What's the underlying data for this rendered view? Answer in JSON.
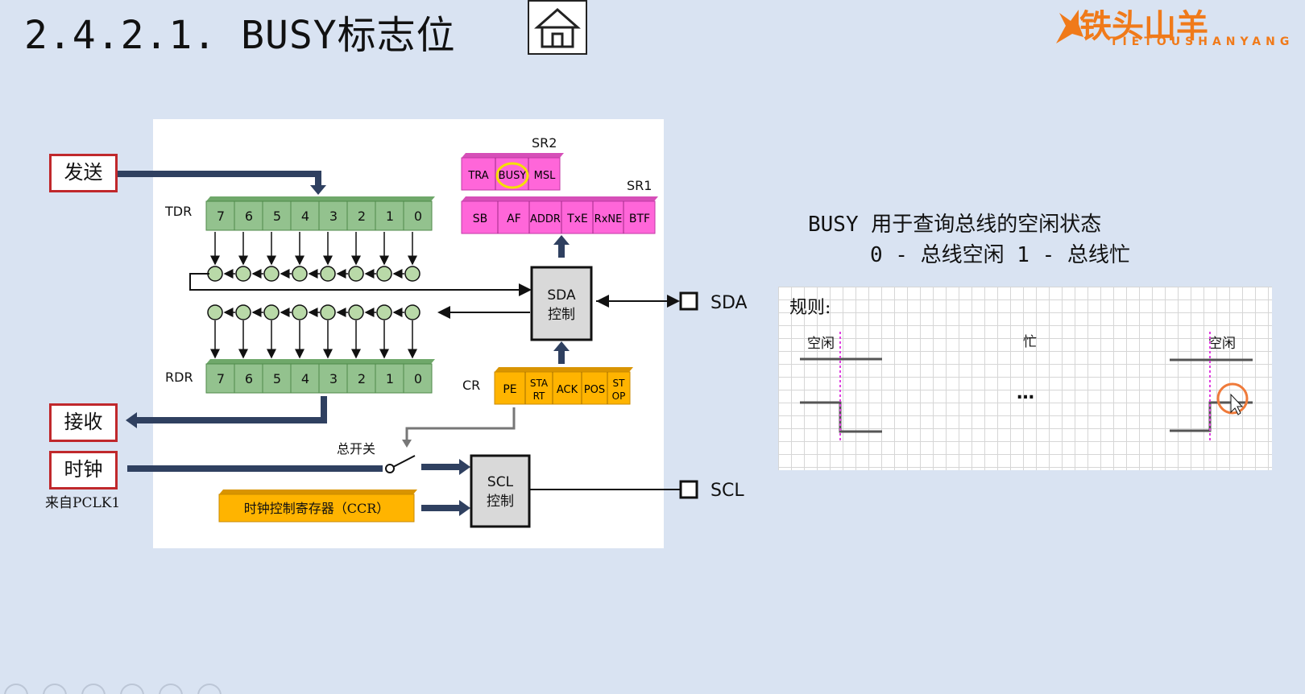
{
  "header": {
    "title": "2.4.2.1. BUSY标志位",
    "logo_text": "铁头山羊",
    "logo_sub": "TIETOUSHANYANG"
  },
  "side": {
    "send": "发送",
    "receive": "接收",
    "clock": "时钟",
    "clock_source": "来自PCLK1"
  },
  "registers": {
    "sr2": {
      "label": "SR2",
      "bits": [
        "TRA",
        "BUSY",
        "MSL"
      ]
    },
    "sr1": {
      "label": "SR1",
      "bits": [
        "SB",
        "AF",
        "ADDR",
        "TxE",
        "RxNE",
        "BTF"
      ]
    },
    "cr": {
      "label": "CR",
      "bits": [
        "PE",
        "STA RT",
        "ACK",
        "POS",
        "ST OP"
      ]
    },
    "tdr": {
      "label": "TDR",
      "bits": [
        "7",
        "6",
        "5",
        "4",
        "3",
        "2",
        "1",
        "0"
      ]
    },
    "rdr": {
      "label": "RDR",
      "bits": [
        "7",
        "6",
        "5",
        "4",
        "3",
        "2",
        "1",
        "0"
      ]
    },
    "ccr": "时钟控制寄存器（CCR）"
  },
  "blocks": {
    "sda_ctrl": [
      "SDA",
      "控制"
    ],
    "scl_ctrl": [
      "SCL",
      "控制"
    ],
    "master_switch": "总开关",
    "sda_pin": "SDA",
    "scl_pin": "SCL"
  },
  "description": {
    "line1": "BUSY 用于查询总线的空闲状态",
    "line2": "0 - 总线空闲 1 - 总线忙"
  },
  "timing": {
    "rules_label": "规则:",
    "idle_1": "空闲",
    "busy": "忙",
    "idle_2": "空闲",
    "ellipsis": "…"
  },
  "colors": {
    "register_green": "#93c28e",
    "register_pink": "#ff66d9",
    "register_orange": "#ffb400",
    "highlight_yellow": "#f5e100",
    "cursor_circle": "#ef7a3a",
    "arrow_navy": "#2f4060",
    "alert_red": "#c0282c"
  }
}
